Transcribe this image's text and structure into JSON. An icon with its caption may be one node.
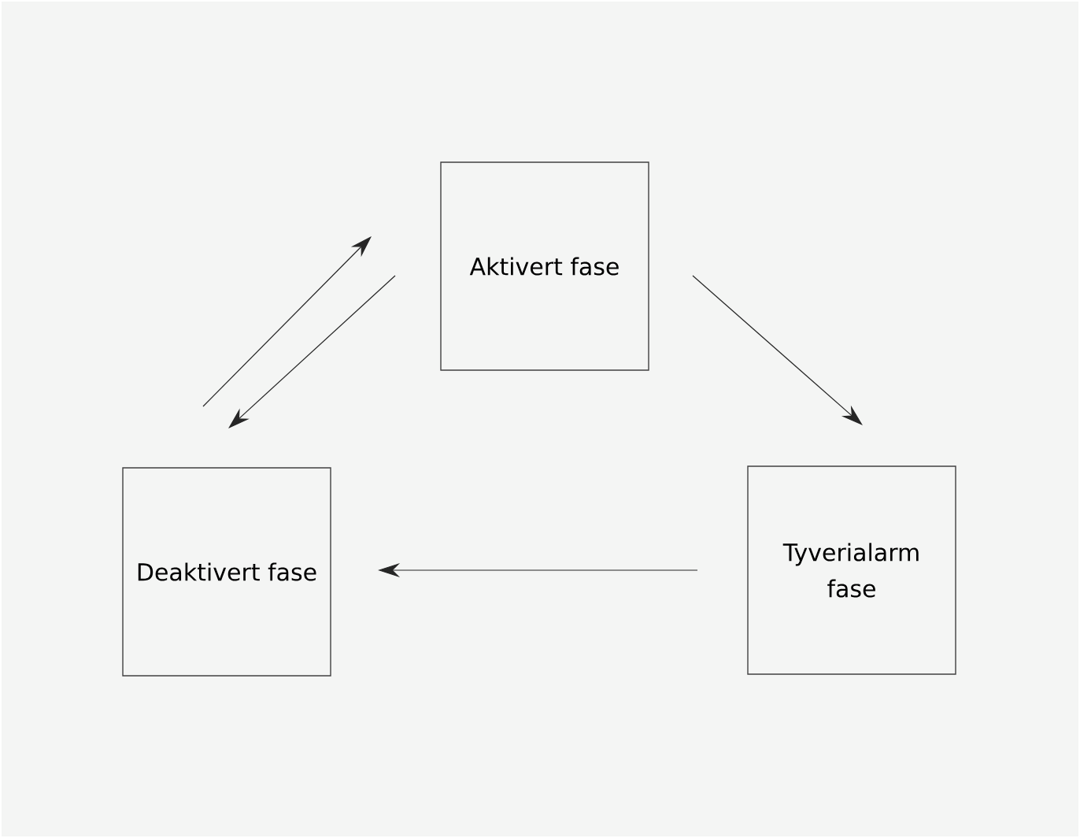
{
  "diagram": {
    "nodes": [
      {
        "text": [
          "Aktivert fase"
        ]
      },
      {
        "text": [
          "Deaktivert fase"
        ]
      },
      {
        "text": [
          "Tyverialarm fase"
        ]
      }
    ],
    "edges": [
      {
        "from": 1,
        "to": 0,
        "arrow": "to"
      },
      {
        "from": 0,
        "to": 1,
        "arrow": "to"
      },
      {
        "from": 0,
        "to": 2,
        "arrow": "to"
      },
      {
        "from": 2,
        "to": 1,
        "arrow": "to"
      }
    ]
  }
}
